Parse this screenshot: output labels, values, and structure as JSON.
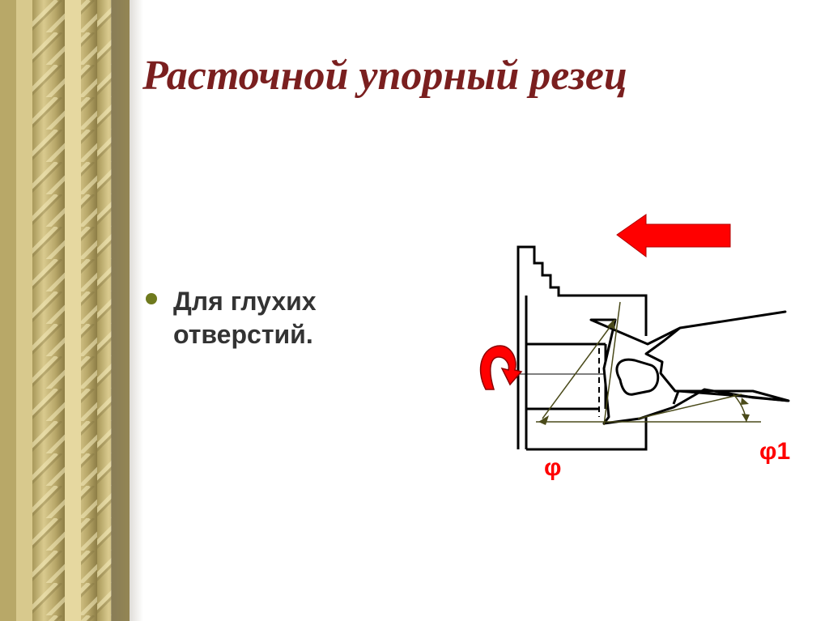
{
  "slide": {
    "title": "Расточной упорный резец",
    "bullets": [
      {
        "text": "Для глухих отверстий."
      }
    ]
  },
  "diagram": {
    "angle_main_label": "φ",
    "angle_aux_label": "φ1",
    "feed_arrow_color": "#ff0000",
    "rotation_arrow_color": "#ff0000",
    "angle_line_color": "#4a4a1a"
  },
  "theme": {
    "title_color": "#7a1f1f",
    "bullet_color": "#6f7a1e",
    "border_color": "#c9b877"
  }
}
